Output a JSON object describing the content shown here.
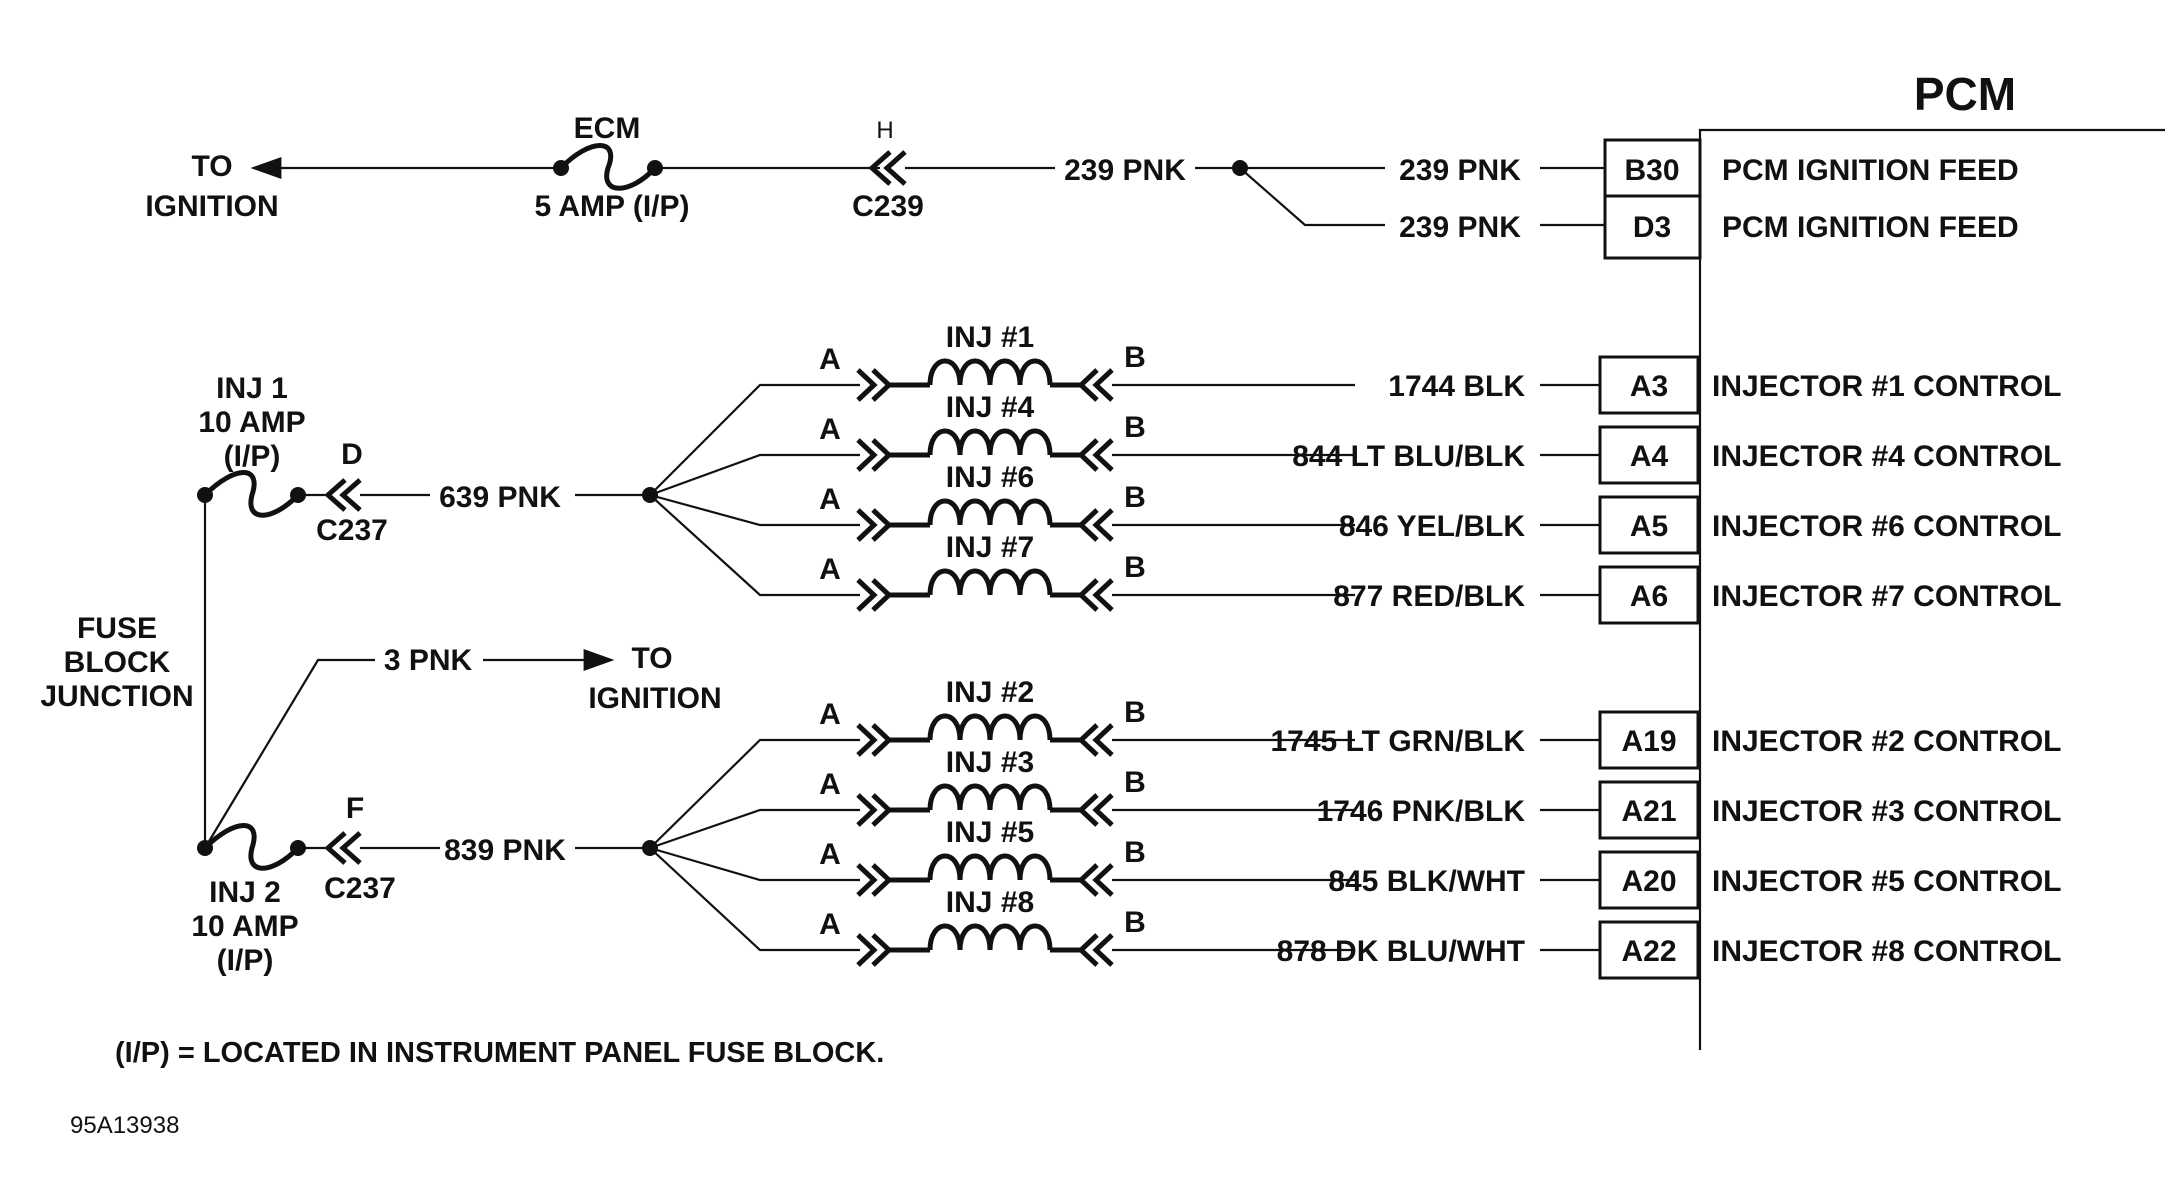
{
  "pcm": {
    "title": "PCM",
    "feed_pins": [
      {
        "pin": "B30",
        "wire": "239 PNK",
        "function": "PCM IGNITION FEED"
      },
      {
        "pin": "D3",
        "wire": "239 PNK",
        "function": "PCM IGNITION FEED"
      }
    ]
  },
  "ignition_feed": {
    "to_label_1": "TO",
    "to_label_2": "IGNITION",
    "fuse_name": "ECM",
    "fuse_rating": "5 AMP (I/P)",
    "connector_pin": "H",
    "connector": "C239",
    "wire": "239 PNK"
  },
  "bank_upper": {
    "fuse_line1": "INJ 1",
    "fuse_line2": "10 AMP",
    "fuse_line3": "(I/P)",
    "connector_pin": "D",
    "connector": "C237",
    "wire": "639 PNK",
    "injectors": [
      {
        "name": "INJ #1",
        "pin_a": "A",
        "pin_b": "B",
        "wire": "1744 BLK",
        "pcm_pin": "A3",
        "function": "INJECTOR #1 CONTROL"
      },
      {
        "name": "INJ #4",
        "pin_a": "A",
        "pin_b": "B",
        "wire": "844 LT BLU/BLK",
        "pcm_pin": "A4",
        "function": "INJECTOR #4 CONTROL"
      },
      {
        "name": "INJ #6",
        "pin_a": "A",
        "pin_b": "B",
        "wire": "846 YEL/BLK",
        "pcm_pin": "A5",
        "function": "INJECTOR #6 CONTROL"
      },
      {
        "name": "INJ #7",
        "pin_a": "A",
        "pin_b": "B",
        "wire": "877 RED/BLK",
        "pcm_pin": "A6",
        "function": "INJECTOR #7 CONTROL"
      }
    ]
  },
  "bank_lower": {
    "fuse_line1": "INJ 2",
    "fuse_line2": "10 AMP",
    "fuse_line3": "(I/P)",
    "connector_pin": "F",
    "connector": "C237",
    "wire": "839 PNK",
    "injectors": [
      {
        "name": "INJ #2",
        "pin_a": "A",
        "pin_b": "B",
        "wire": "1745 LT GRN/BLK",
        "pcm_pin": "A19",
        "function": "INJECTOR #2 CONTROL"
      },
      {
        "name": "INJ #3",
        "pin_a": "A",
        "pin_b": "B",
        "wire": "1746 PNK/BLK",
        "pcm_pin": "A21",
        "function": "INJECTOR #3 CONTROL"
      },
      {
        "name": "INJ #5",
        "pin_a": "A",
        "pin_b": "B",
        "wire": "845 BLK/WHT",
        "pcm_pin": "A20",
        "function": "INJECTOR #5 CONTROL"
      },
      {
        "name": "INJ #8",
        "pin_a": "A",
        "pin_b": "B",
        "wire": "878 DK BLU/WHT",
        "pcm_pin": "A22",
        "function": "INJECTOR #8 CONTROL"
      }
    ]
  },
  "junction": {
    "line1": "FUSE",
    "line2": "BLOCK",
    "line3": "JUNCTION",
    "wire": "3 PNK",
    "to_line1": "TO",
    "to_line2": "IGNITION"
  },
  "footnote": "(I/P) = LOCATED IN INSTRUMENT PANEL FUSE BLOCK.",
  "figure_code": "95A13938"
}
